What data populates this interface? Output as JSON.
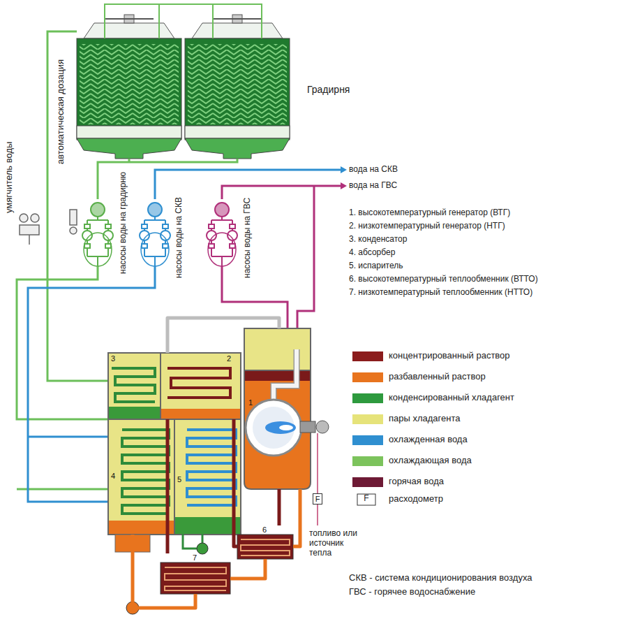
{
  "diagram": {
    "nodes": [
      {
        "text": [
          "1"
        ]
      },
      {
        "text": [
          "2"
        ]
      },
      {
        "text": [
          "3"
        ]
      },
      {
        "text": [
          "4"
        ]
      },
      {
        "text": [
          "5"
        ]
      },
      {
        "text": [
          "6"
        ]
      },
      {
        "text": [
          "7"
        ]
      },
      {
        "text": [
          "F"
        ]
      }
    ],
    "edges": [
      {
        "from": 3,
        "to": 6,
        "arrow": "none"
      },
      {
        "from": 6,
        "to": 5,
        "arrow": "none"
      },
      {
        "from": 5,
        "to": 0,
        "arrow": "none"
      },
      {
        "from": 0,
        "to": 1,
        "arrow": "none"
      },
      {
        "from": 0,
        "to": 5,
        "arrow": "none"
      },
      {
        "from": 5,
        "to": 1,
        "arrow": "none"
      },
      {
        "from": 1,
        "to": 6,
        "arrow": "none"
      }
    ],
    "labels": [
      "Градирня",
      "умягчитель воды",
      "автоматическая дозация",
      "насосы воды на градирню",
      "насосы воды на СКВ",
      "насосы воды на ГВС",
      "вода на СКВ",
      "вода на ГВС",
      "1. высокотемпературный генератор (ВТГ)",
      "2. низкотемпературный генератор (НТГ)",
      "3. конденсатор",
      "4. абсорбер",
      "5. испаритель",
      "6. высокотемпературный теплообменник (ВТТО)",
      "7. низкотемпературный теплообменник (НТТО)",
      "F",
      "топливо или источник тепла",
      "СКВ - система кондиционирования воздуха",
      "ГВС - горячее водоснабжение"
    ],
    "legend": [
      {
        "text": "концентрированный раствор",
        "color": "#8b1c1c"
      },
      {
        "text": "разбавленный раствор",
        "color": "#e8741e"
      },
      {
        "text": "конденсированный хладагент",
        "color": "#2e9a3e"
      },
      {
        "text": "пары хладагента",
        "color": "#e6e37a"
      },
      {
        "text": "охлажденная вода",
        "color": "#2f8fd0"
      },
      {
        "text": "охлаждающая вода",
        "color": "#7cc35c"
      },
      {
        "text": "горячая вода",
        "color": "#6e1a35"
      },
      {
        "text": "расходометр"
      }
    ]
  }
}
